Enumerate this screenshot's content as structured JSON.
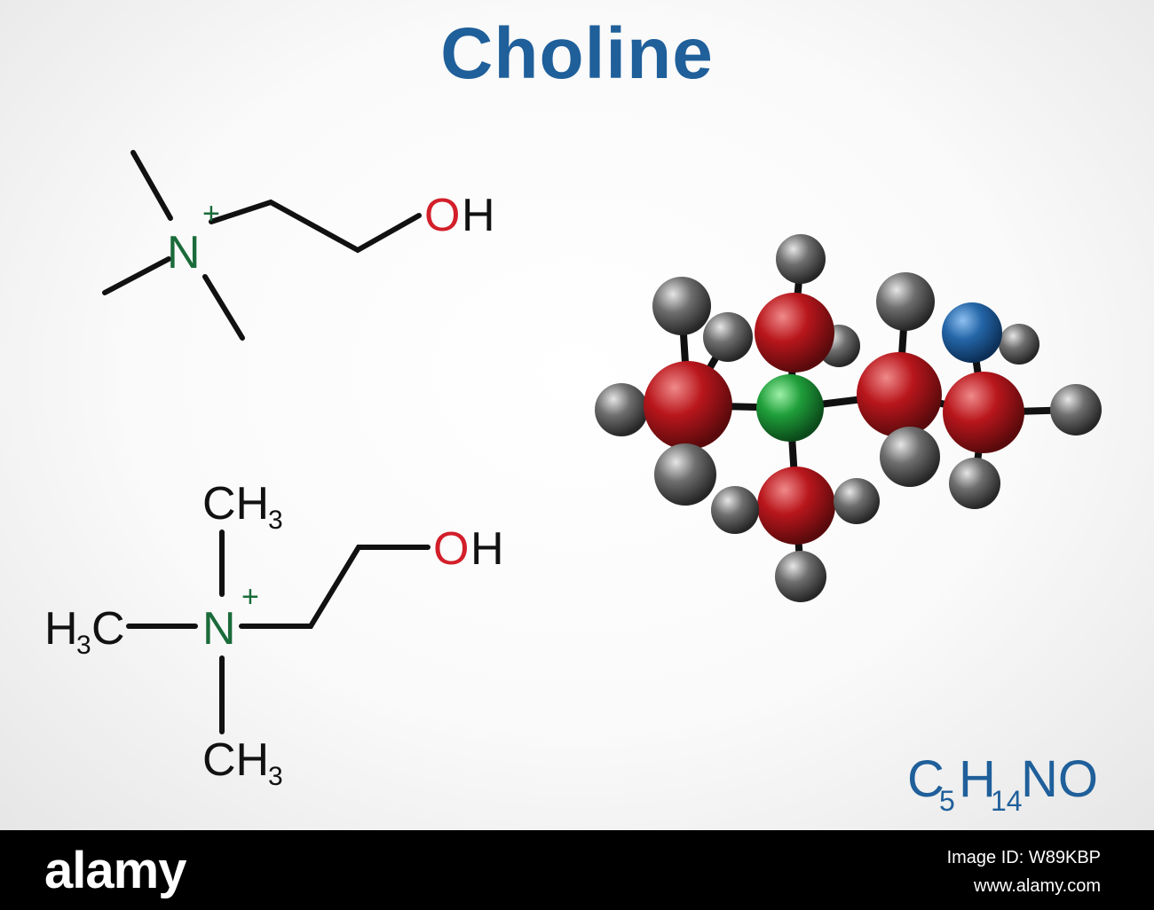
{
  "title": "Choline",
  "colors": {
    "title": "#1f5f9a",
    "bond": "#111111",
    "nitrogen_label": "#1a6b3a",
    "oxygen_label": "#d21f2a",
    "formula": "#1f5f9a",
    "carbon_sphere": "#b8161c",
    "nitrogen_sphere": "#1f9e3a",
    "oxygen_sphere": "#2466a8",
    "hydrogen_sphere": "#6e6e6e"
  },
  "skeletal_formula": {
    "nitrogen": "N",
    "charge": "+",
    "hydroxyl": {
      "o": "O",
      "h": "H"
    }
  },
  "structural_formula": {
    "methyl_top": {
      "c": "CH",
      "sub": "3"
    },
    "methyl_left": {
      "h": "H",
      "sub": "3",
      "c": "C"
    },
    "methyl_bottom": {
      "c": "CH",
      "sub": "3"
    },
    "nitrogen": "N",
    "charge": "+",
    "hydroxyl": {
      "o": "O",
      "h": "H"
    }
  },
  "molecular_formula": {
    "c": "C",
    "c_sub": "5",
    "h": "H",
    "h_sub": "14",
    "rest": "NO"
  },
  "footer": {
    "logo": "alamy",
    "image_id": "Image ID: W89KBP",
    "site": "www.alamy.com"
  }
}
